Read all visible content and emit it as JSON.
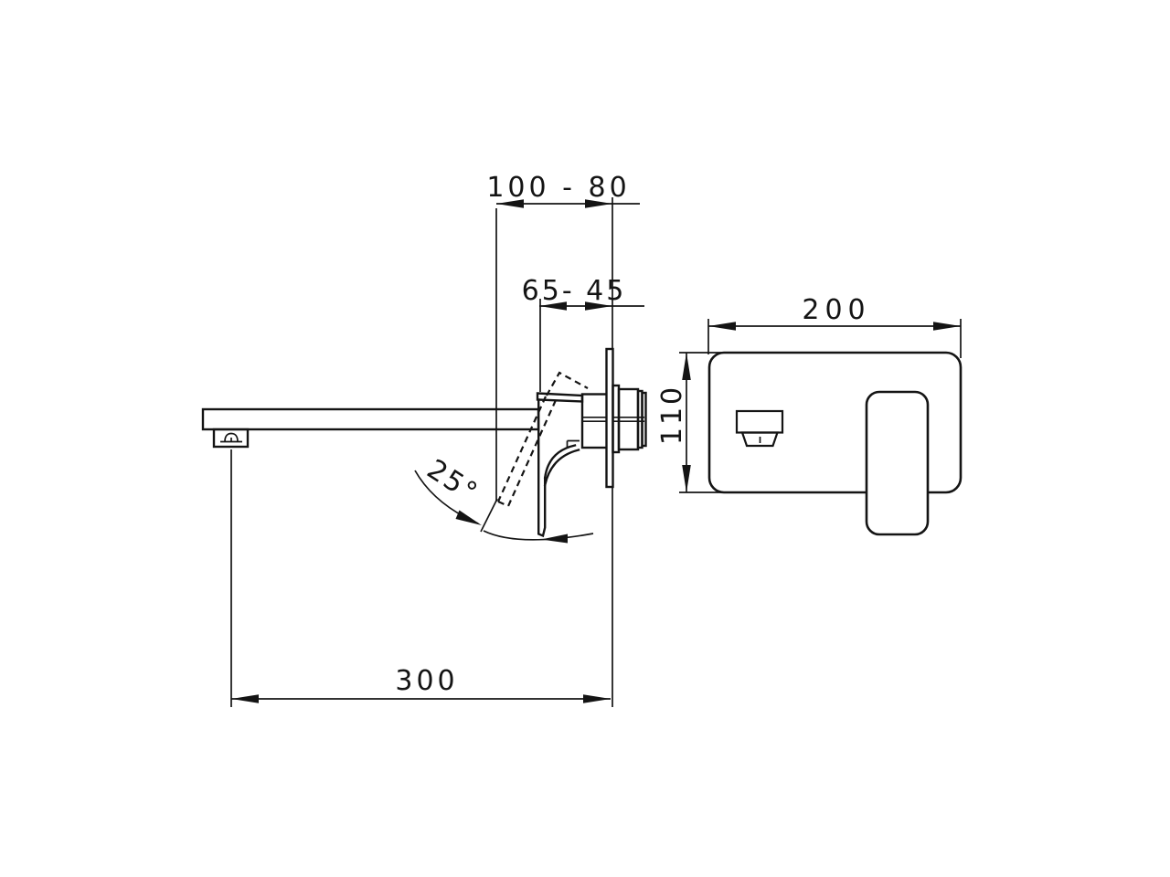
{
  "drawing": {
    "background_color": "#ffffff",
    "line_color": "#141414",
    "dimensions": {
      "handle_open_clearance": "100 - 80",
      "handle_closed_clearance": "65- 45",
      "spout_reach": "300",
      "plate_width": "200",
      "plate_height": "110",
      "handle_swing_angle": "25°"
    }
  }
}
